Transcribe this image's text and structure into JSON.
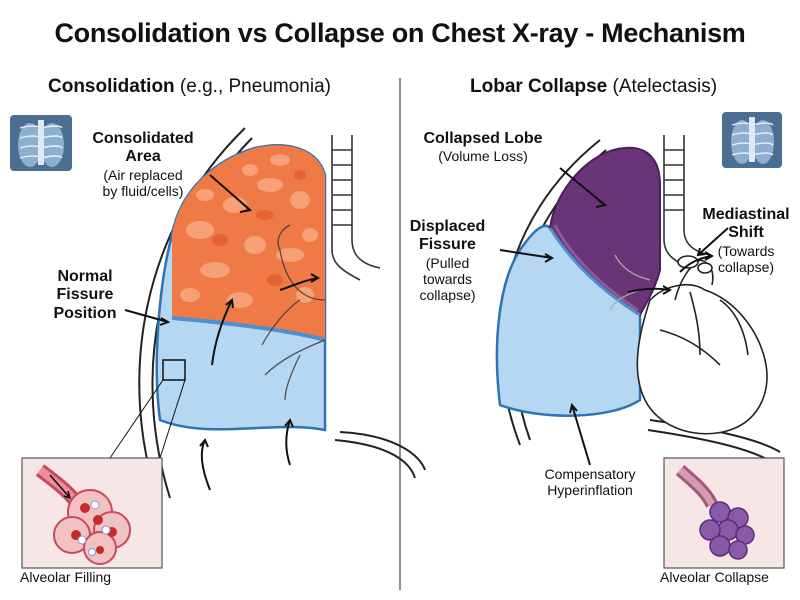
{
  "title": "Consolidation vs Collapse on Chest X-ray - Mechanism",
  "left_panel": {
    "heading_bold": "Consolidation",
    "heading_rest": " (e.g., Pneumonia)",
    "labels": {
      "consolidated_area": {
        "line1": "Consolidated",
        "line2": "Area",
        "note1": "(Air replaced",
        "note2": "by fluid/cells)"
      },
      "normal_fissure": {
        "line1": "Normal",
        "line2": "Fissure",
        "line3": "Position"
      }
    },
    "inset_caption": "Alveolar Filling"
  },
  "right_panel": {
    "heading_bold": "Lobar Collapse",
    "heading_rest": " (Atelectasis)",
    "labels": {
      "collapsed_lobe": {
        "line1": "Collapsed Lobe",
        "note1": "(Volume Loss)"
      },
      "displaced_fissure": {
        "line1": "Displaced",
        "line2": "Fissure",
        "note1": "(Pulled",
        "note2": "towards",
        "note3": "collapse)"
      },
      "mediastinal_shift": {
        "line1": "Mediastinal",
        "line2": "Shift",
        "note1": "(Towards",
        "note2": "collapse)"
      },
      "compensatory": {
        "line1": "Compensatory",
        "line2": "Hyperinflation"
      }
    },
    "inset_caption": "Alveolar Collapse"
  },
  "colors": {
    "lung_blue": "#b6d7f2",
    "consolidation_orange": "#ef7a45",
    "consolidation_light": "#f7a06c",
    "collapse_purple": "#6a3578",
    "fissure_blue": "#4e8fd0"
  }
}
